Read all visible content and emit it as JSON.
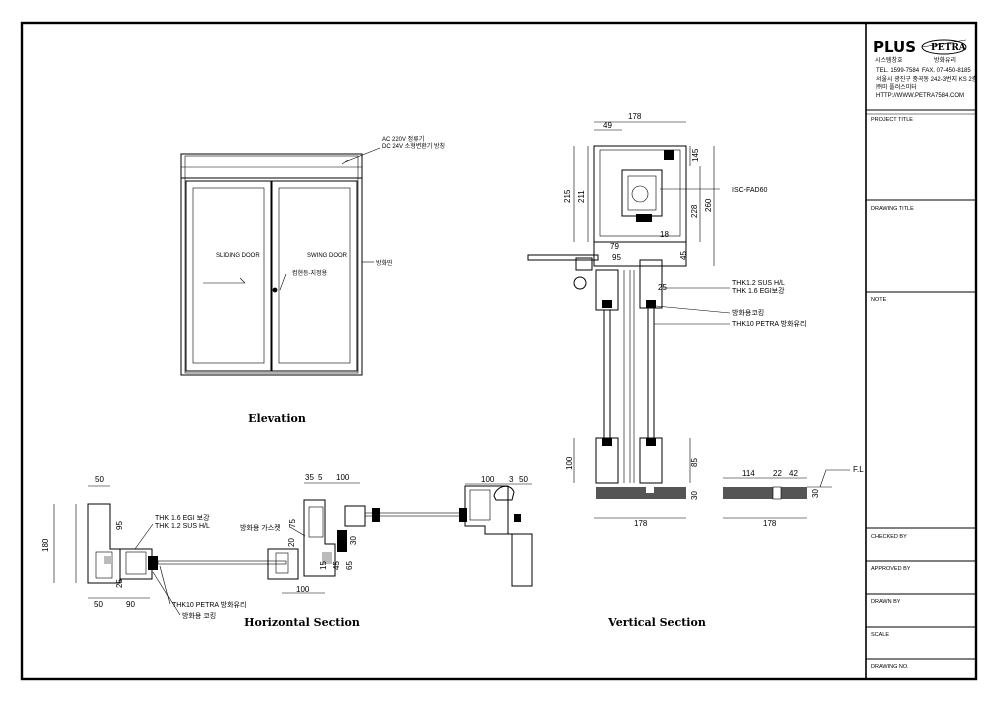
{
  "title_block": {
    "brand_plus": "PLUS",
    "brand_plus_sub": "시스템창호",
    "brand_petra": "PETRA",
    "brand_petra_sub": "방화유리",
    "tel": "TEL. 1599-7584",
    "fax": "FAX. 07-450-8185",
    "address": "서울시 광진구 중곡동 242-3번지 KS 2층",
    "company": "㈜미 플러스미터",
    "url": "HTTP://WWW.PETRA7584.COM",
    "fields": [
      "PROJECT TITLE",
      "DRAWING TITLE",
      "NOTE",
      "CHECKED BY",
      "APPROVED BY",
      "DRAWN BY",
      "SCALE",
      "DRAWING NO."
    ]
  },
  "elevation": {
    "title": "Elevation",
    "note_line1": "AC 220V 정류기",
    "note_line2": "DC 24V 소형변환기 방칭",
    "left_door": "SLIDING DOOR",
    "right_door": "SWING DOOR",
    "lock_label": "컴현등-지정용",
    "frame_label": "방화띤"
  },
  "horizontal_section": {
    "title": "Horizontal Section",
    "dims": [
      "50",
      "95",
      "180",
      "90",
      "50",
      "25",
      "35",
      "5",
      "100",
      "75",
      "30",
      "20",
      "15",
      "45",
      "65",
      "100",
      "100",
      "3",
      "50"
    ],
    "callout_1": "THK 1.6 EGI 보강",
    "callout_2": "THK 1.2 SUS H/L",
    "callout_3": "방화용 가스켓",
    "callout_4": "THK10 PETRA 방화유리",
    "callout_5": "방화용 코킹"
  },
  "vertical_section": {
    "title": "Vertical Section",
    "dims": [
      "178",
      "49",
      "215",
      "211",
      "145",
      "228",
      "260",
      "79",
      "18",
      "95",
      "45",
      "25",
      "100",
      "85",
      "30",
      "178"
    ],
    "callout_1": "ISC-FAD60",
    "callout_2": "THK1.2 SUS H/L",
    "callout_3": "THK 1.6 EGI보강",
    "callout_4": "방화용코킹",
    "callout_5": "THK10 PETRA 방화유리"
  },
  "floor_detail": {
    "dims": [
      "114",
      "22",
      "42",
      "30",
      "178"
    ],
    "fl_label": "F.L"
  }
}
